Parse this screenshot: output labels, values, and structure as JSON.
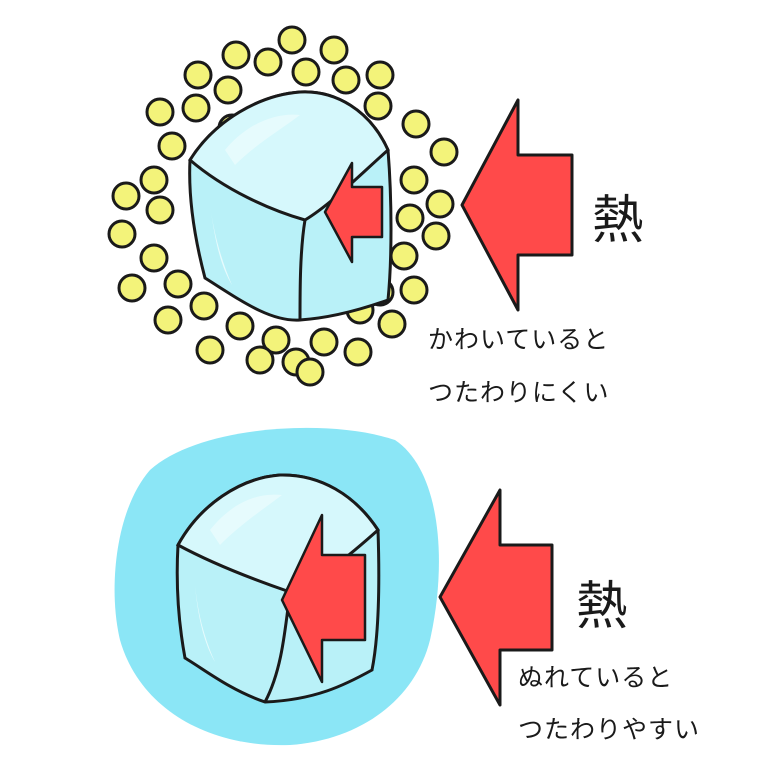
{
  "colors": {
    "particle_fill": "#f3f37a",
    "ice_fill": "#b9f1f8",
    "ice_highlight": "#e6fbfd",
    "water_blob": "#8be6f6",
    "arrow_red": "#ff4a4a",
    "outline": "#1a1a1a"
  },
  "panels": [
    {
      "id": "dry",
      "heat_label": "熱",
      "caption_line1": "かわいていると",
      "caption_line2": "つたわりにくい",
      "surround": "particles",
      "particle_count": 42
    },
    {
      "id": "wet",
      "heat_label": "熱",
      "caption_line1": "ぬれていると",
      "caption_line2": "つたわりやすい",
      "surround": "water"
    }
  ]
}
